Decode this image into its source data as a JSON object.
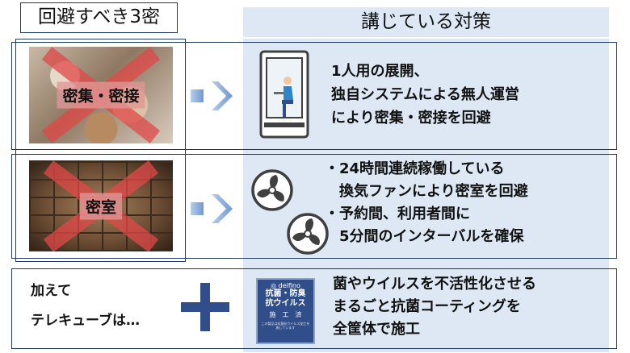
{
  "header": {
    "left_title": "回避すべき3密",
    "right_title": "講じている対策"
  },
  "rows": [
    {
      "risk_label": "密集・密接",
      "measure_lines": [
        "1人用の展開、",
        "独自システムによる無人運営",
        "により密集・密接を回避"
      ],
      "icon": "phone-booth-person-icon"
    },
    {
      "risk_label": "密室",
      "measure_lines": [
        "・24時間連続稼働している",
        "　換気ファンにより密室を回避",
        "・予約間、利用者間に",
        "　5分間のインターバルを確保"
      ],
      "icon": "ventilation-fan-icon"
    }
  ],
  "bottom": {
    "lead_lines": [
      "加えて",
      "テレキューブは…"
    ],
    "measure_lines": [
      "菌やウイルスを不活性化させる",
      "まるごと抗菌コーティングを",
      "全筐体で施工"
    ],
    "badge": {
      "brand": "◎ delfino",
      "line1": "抗菌・防臭",
      "line2": "抗ウイルス",
      "sub": "施　工　済",
      "fine": "この製品は抗菌抗ウイルス加工を施しています"
    }
  },
  "colors": {
    "frame": "#1f3864",
    "panel": "#dde8f4",
    "arrow": "#7fa6d9",
    "plus": "#2f4e8a",
    "icon": "#404040",
    "cross": "#e04848"
  }
}
